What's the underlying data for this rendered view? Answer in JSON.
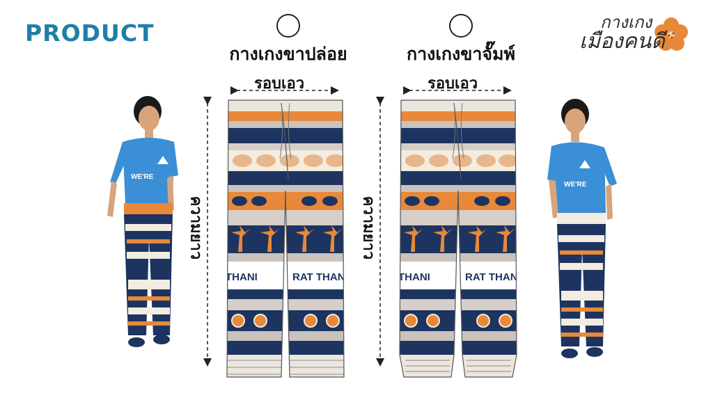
{
  "header": {
    "title": "PRODUCT"
  },
  "logo": {
    "line1": "กางเกง",
    "line2": "เมืองคนดี"
  },
  "products": [
    {
      "name": "กางเกงขาปล่อย",
      "waist_label": "รอบเอว",
      "length_label": "ความยาว",
      "print_text": "RAT THANI"
    },
    {
      "name": "กางเกงขาจั๊มพ์",
      "waist_label": "รอบเอว",
      "length_label": "ความยาว",
      "print_text": "RAT THANI"
    }
  ],
  "colors": {
    "title": "#1f7fa6",
    "navy": "#1d3460",
    "orange": "#e8893a",
    "cream": "#f3ece0",
    "shirt": "#3a8fd6"
  }
}
